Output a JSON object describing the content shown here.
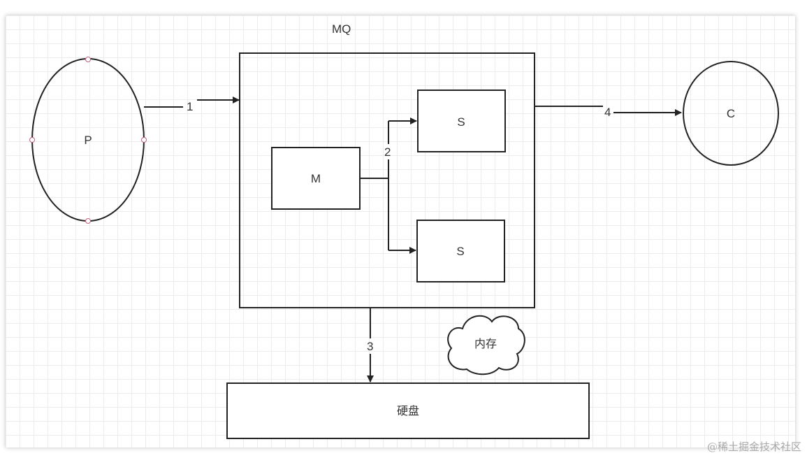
{
  "diagram": {
    "mq_title": "MQ",
    "producer_label": "P",
    "consumer_label": "C",
    "message_label": "M",
    "store_top_label": "S",
    "store_bottom_label": "S",
    "memory_label": "内存",
    "disk_label": "硬盘",
    "step1": "1",
    "step2": "2",
    "step3": "3",
    "step4": "4"
  },
  "watermark": "@稀土掘金技术社区",
  "colors": {
    "stroke": "#222222",
    "text": "#333333",
    "handle": "#c0607a",
    "grid": "#ececec"
  }
}
